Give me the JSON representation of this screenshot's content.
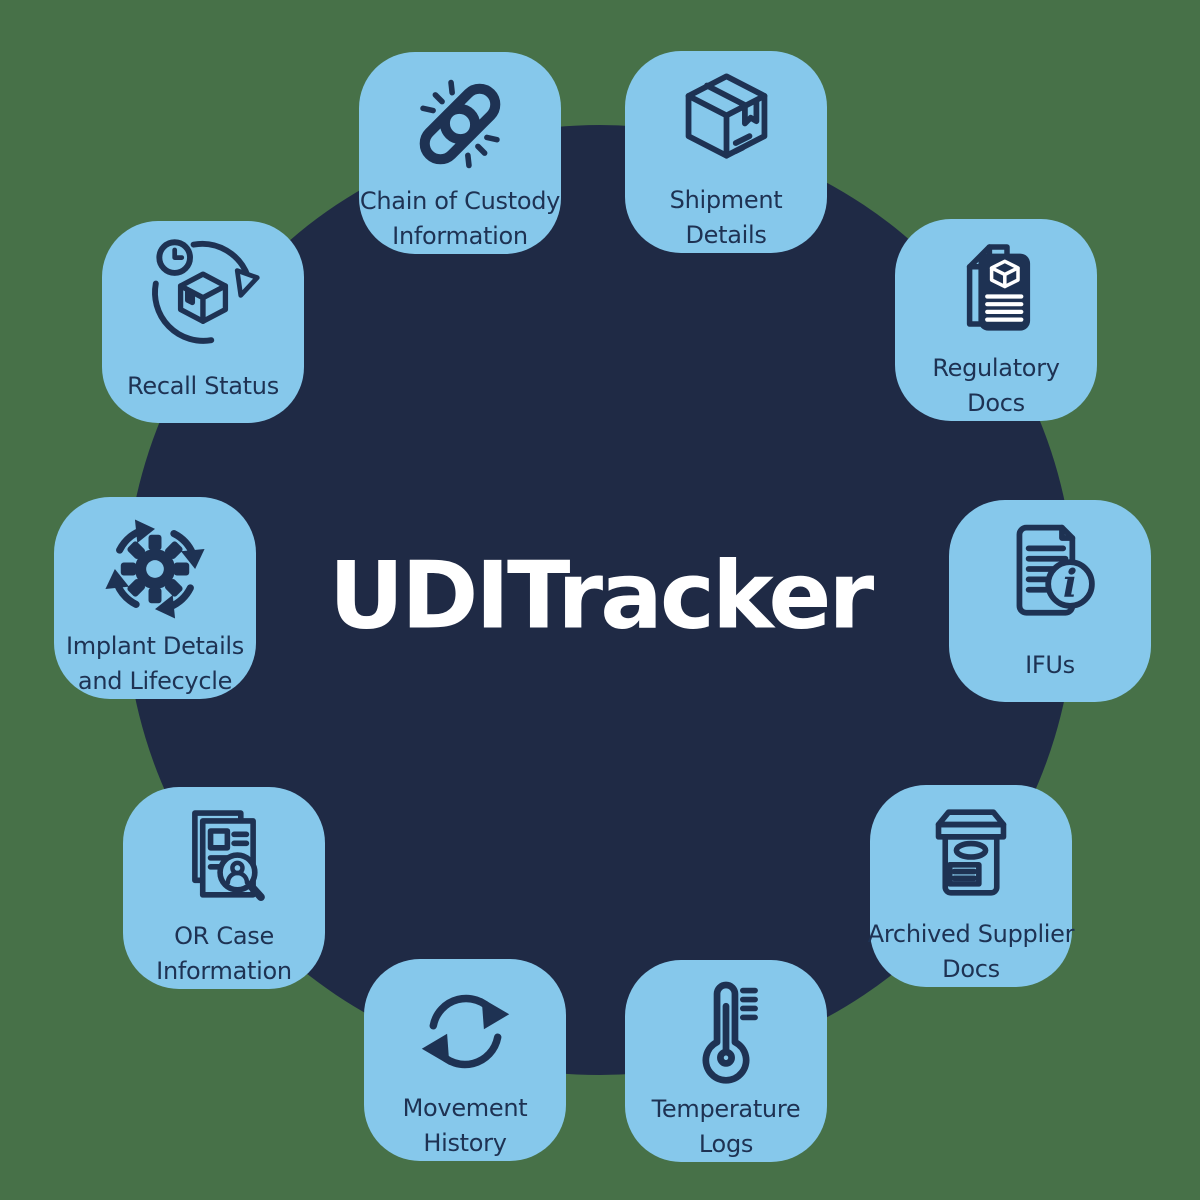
{
  "hub": {
    "title": "UDITracker"
  },
  "colors": {
    "background": "#477148",
    "node_fill": "#86C8EB",
    "hub_fill": "#1F2A45",
    "ink": "#1E3253",
    "title_color": "#FFFFFF"
  },
  "nodes": [
    {
      "label": [
        "Chain of Custody",
        "Information"
      ],
      "icon": "chain-link-icon"
    },
    {
      "label": [
        "Shipment",
        "Details"
      ],
      "icon": "package-box-icon"
    },
    {
      "label": [
        "Regulatory",
        "Docs"
      ],
      "icon": "regulatory-docs-icon"
    },
    {
      "label": [
        "IFUs"
      ],
      "icon": "ifu-document-info-icon"
    },
    {
      "label": [
        "Archived Supplier",
        "Docs"
      ],
      "icon": "archive-box-icon"
    },
    {
      "label": [
        "Temperature",
        "Logs"
      ],
      "icon": "thermometer-icon"
    },
    {
      "label": [
        "Movement",
        "History"
      ],
      "icon": "cycle-arrows-icon"
    },
    {
      "label": [
        "OR Case",
        "Information"
      ],
      "icon": "document-search-icon"
    },
    {
      "label": [
        "Implant Details",
        "and Lifecycle"
      ],
      "icon": "gear-lifecycle-icon"
    },
    {
      "label": [
        "Recall Status"
      ],
      "icon": "recall-box-clock-icon"
    }
  ]
}
